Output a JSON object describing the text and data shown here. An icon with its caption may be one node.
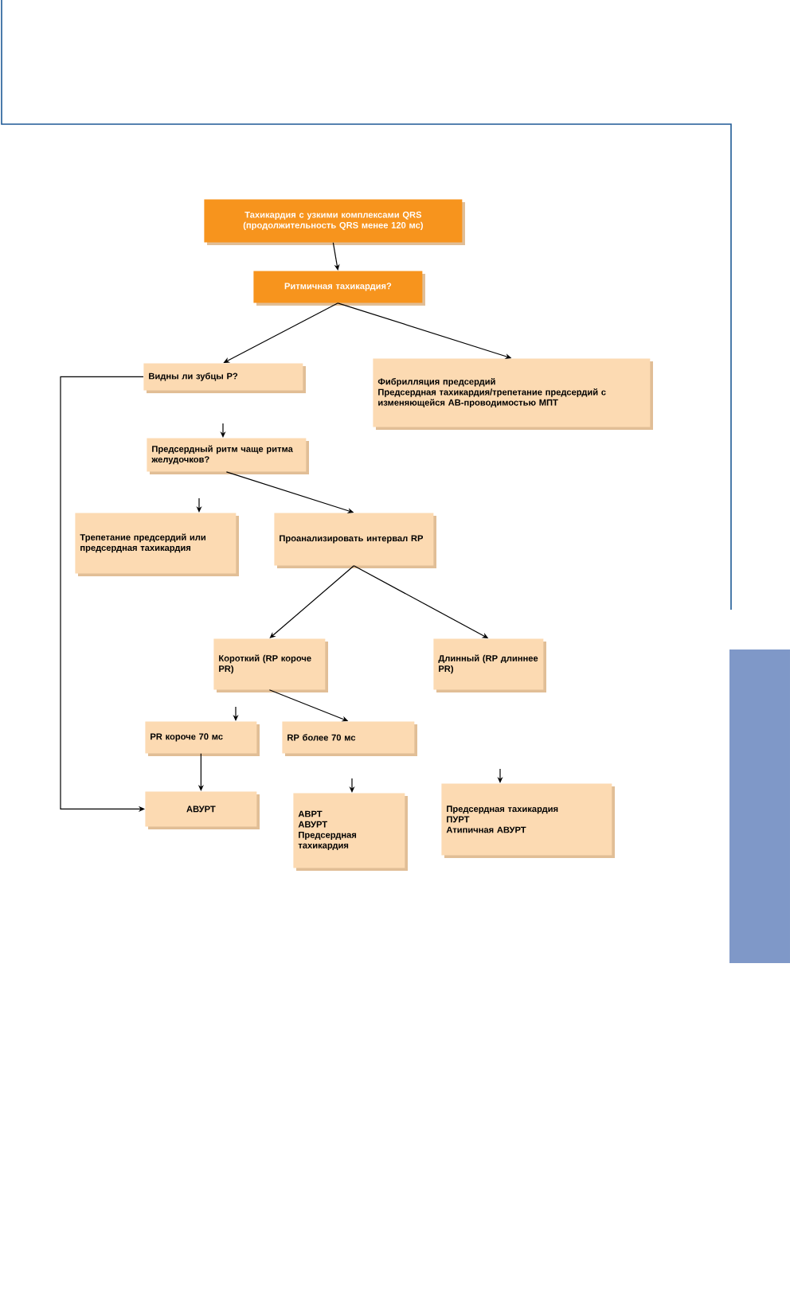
{
  "diagram": {
    "nodes": [
      {
        "text": [
          "Тахикардия с узкими комплексами QRS (продолжительность QRS менее 120 мс)"
        ]
      },
      {
        "text": [
          "Ритмичная тахикардия?"
        ]
      },
      {
        "text": [
          "Видны ли зубцы P?"
        ]
      },
      {
        "text": [
          "Фибрилляция предсердий",
          "Предсердная тахикардия/трепетание предсердий с изменяющейся АВ-проводимостью МПТ"
        ]
      },
      {
        "text": [
          "Предсердный ритм чаще ритма желудочков?"
        ]
      },
      {
        "text": [
          "Трепетание предсердий или предсердная тахикардия"
        ]
      },
      {
        "text": [
          "Проанализировать интервал RP"
        ]
      },
      {
        "text": [
          "Короткий (RP короче PR)"
        ]
      },
      {
        "text": [
          "Длинный (RP длиннее PR)"
        ]
      },
      {
        "text": [
          "PR короче 70 мс"
        ]
      },
      {
        "text": [
          "RP более 70 мс"
        ]
      },
      {
        "text": [
          "АВУРТ"
        ]
      },
      {
        "text": [
          "АВРТ",
          "АВУРТ",
          "Предсердная тахикардия"
        ]
      },
      {
        "text": [
          "Предсердная тахикардия",
          "ПУРТ",
          "Атипичная АВУРТ"
        ]
      }
    ],
    "edges": [
      {
        "from": 0,
        "to": 1,
        "arrow": "to"
      },
      {
        "from": 1,
        "to": 2,
        "arrow": "to"
      },
      {
        "from": 1,
        "to": 3,
        "arrow": "to"
      },
      {
        "from": null,
        "to": 4,
        "arrow": "to"
      },
      {
        "from": 4,
        "to": 6,
        "arrow": "to"
      },
      {
        "from": null,
        "to": 5,
        "arrow": "to"
      },
      {
        "from": 6,
        "to": 7,
        "arrow": "to"
      },
      {
        "from": 6,
        "to": 8,
        "arrow": "to"
      },
      {
        "from": null,
        "to": 9,
        "arrow": "to"
      },
      {
        "from": 7,
        "to": 10,
        "arrow": "to"
      },
      {
        "from": 9,
        "to": 11,
        "arrow": "to"
      },
      {
        "from": 2,
        "to": 11,
        "arrow": "to"
      },
      {
        "from": null,
        "to": 12,
        "arrow": "to"
      },
      {
        "from": null,
        "to": 13,
        "arrow": "to"
      }
    ]
  }
}
